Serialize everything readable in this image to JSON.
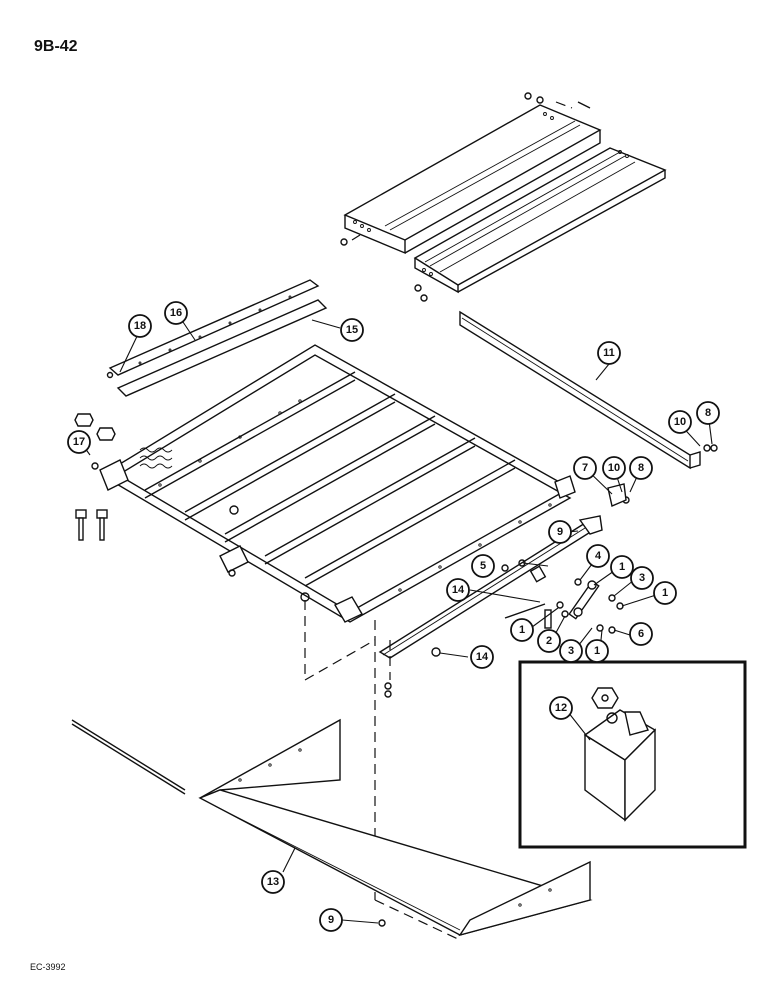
{
  "page_number": "9B-42",
  "drawing_code": "EC-3992",
  "callouts": {
    "c18": "18",
    "c16": "16",
    "c15": "15",
    "c11": "11",
    "c17": "17",
    "c10a": "10",
    "c8a": "8",
    "c7": "7",
    "c10b": "10",
    "c8b": "8",
    "c9a": "9",
    "c5": "5",
    "c4": "4",
    "c1a": "1",
    "c3a": "3",
    "c1b": "1",
    "c14a": "14",
    "c1c": "1",
    "c2": "2",
    "c3b": "3",
    "c1d": "1",
    "c6": "6",
    "c14b": "14",
    "c12": "12",
    "c13": "13",
    "c9b": "9"
  }
}
